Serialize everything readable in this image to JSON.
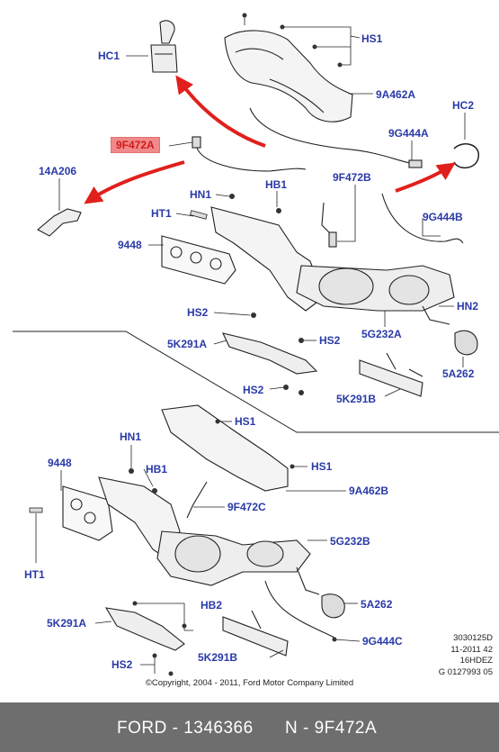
{
  "labels": {
    "hc1": "HC1",
    "hs1_top": "HS1",
    "a9a462a": "9A462A",
    "hc2": "HC2",
    "f9f472a": "9F472A",
    "g9g444a": "9G444A",
    "a14a206": "14A206",
    "f9f472b": "9F472B",
    "hn1_top": "HN1",
    "hb1_top": "HB1",
    "ht1_top": "HT1",
    "g9g444b": "9G444B",
    "p9448_top": "9448",
    "hn2": "HN2",
    "hs2_a": "HS2",
    "g5g232a": "5G232A",
    "k5k291a_top": "5K291A",
    "hs2_b": "HS2",
    "a5a262_top": "5A262",
    "hs2_c": "HS2",
    "k5k291b_top": "5K291B",
    "hs1_mid": "HS1",
    "hn1_bot": "HN1",
    "hs1_bot": "HS1",
    "p9448_bot": "9448",
    "hb1_bot": "HB1",
    "a9a462b": "9A462B",
    "f9f472c": "9F472C",
    "g5g232b": "5G232B",
    "ht1_bot": "HT1",
    "hb2": "HB2",
    "a5a262_bot": "5A262",
    "k5k291a_bot": "5K291A",
    "g9g444c": "9G444C",
    "k5k291b_bot": "5K291B",
    "hs2_d": "HS2"
  },
  "codes": [
    "3030125D",
    "11-2011 42",
    "16HDEZ",
    "G 0127993 05"
  ],
  "copyright": "©Copyright, 2004 - 2011, Ford Motor Company Limited",
  "footer": {
    "left": "FORD - 1346366",
    "right": "N - 9F472A"
  },
  "colors": {
    "label": "#2a3aa8",
    "arrow": "#e0201c",
    "highlight_bg": "#f08a8a",
    "footer_bg": "#6e6e6e"
  }
}
